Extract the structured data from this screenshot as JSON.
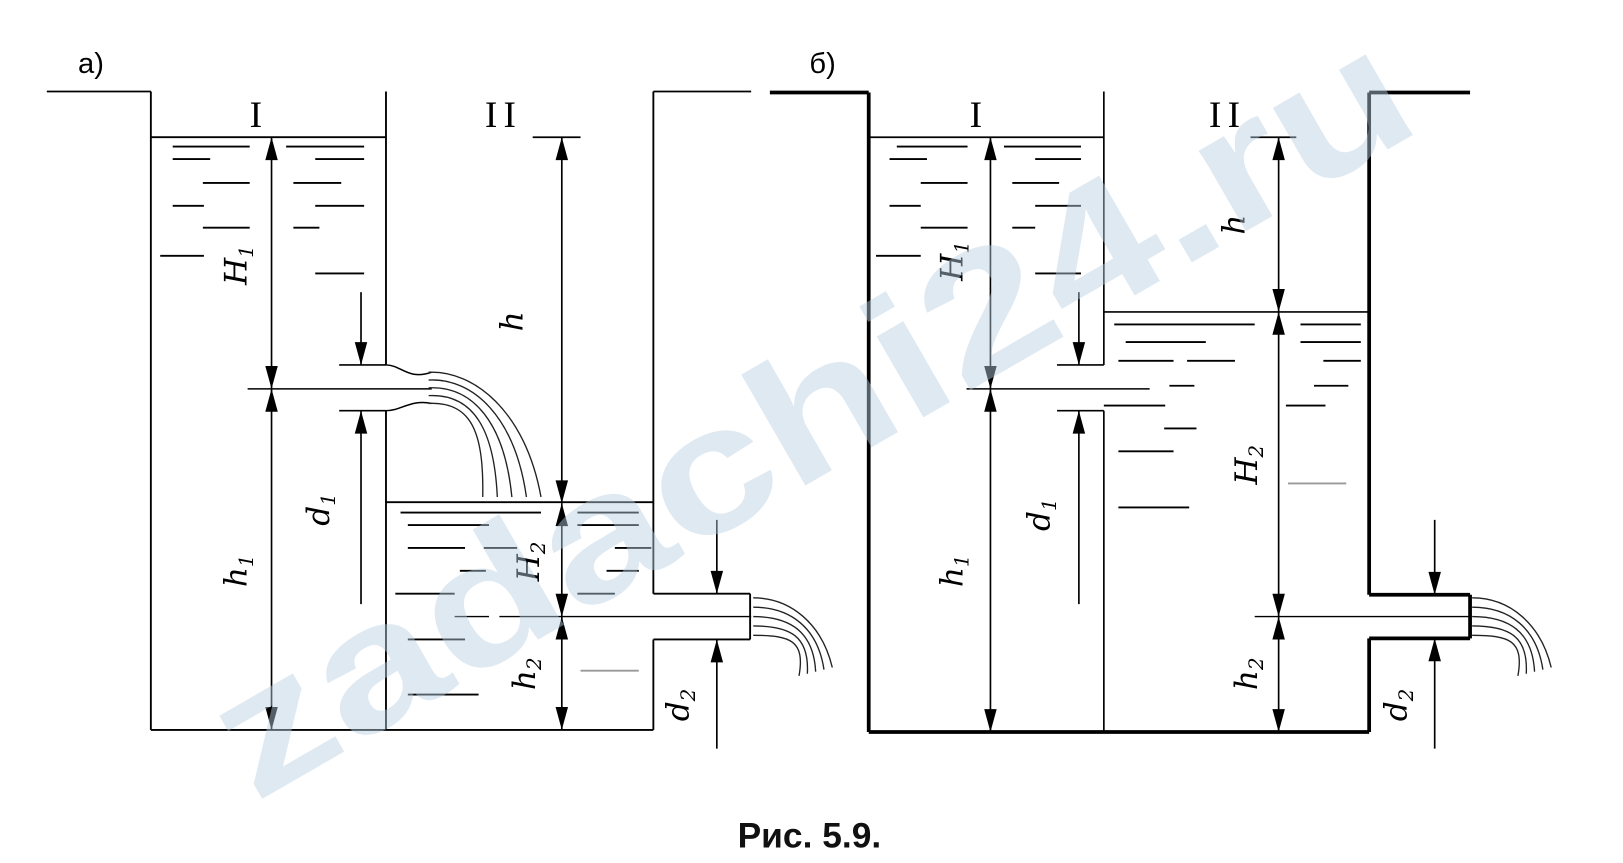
{
  "figure": {
    "caption": "Рис. 5.9.",
    "watermark": "zadachi24.ru",
    "panels": [
      {
        "id": "a",
        "title": "а)",
        "tank_labels": [
          "I",
          "II"
        ],
        "labels": {
          "H1": {
            "letter": "H",
            "sub": "1"
          },
          "h1": {
            "letter": "h",
            "sub": "1"
          },
          "d1": {
            "letter": "d",
            "sub": "1"
          },
          "h": {
            "letter": "h",
            "sub": ""
          },
          "H2": {
            "letter": "H",
            "sub": "2"
          },
          "h2": {
            "letter": "h",
            "sub": "2"
          },
          "d2": {
            "letter": "d",
            "sub": "2"
          }
        }
      },
      {
        "id": "b",
        "title": "б)",
        "tank_labels": [
          "I",
          "II"
        ],
        "labels": {
          "H1": {
            "letter": "H",
            "sub": "1"
          },
          "h1": {
            "letter": "h",
            "sub": "1"
          },
          "d1": {
            "letter": "d",
            "sub": "1"
          },
          "h": {
            "letter": "h",
            "sub": ""
          },
          "H2": {
            "letter": "H",
            "sub": "2"
          },
          "h2": {
            "letter": "h",
            "sub": "2"
          },
          "d2": {
            "letter": "d",
            "sub": "2"
          }
        }
      }
    ]
  }
}
